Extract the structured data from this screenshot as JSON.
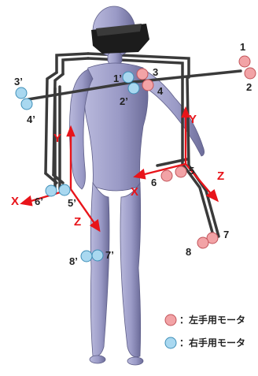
{
  "colors": {
    "left_motor": "#f2a3a6",
    "right_motor": "#a9d8f0",
    "axis_red": "#e8141a",
    "body": "#8f8fbd",
    "frame": "#3a3a3a"
  },
  "motor_labels": {
    "m1": "1",
    "m2": "2",
    "m3": "3",
    "m4": "4",
    "m5": "5",
    "m6": "6",
    "m7": "7",
    "m8": "8",
    "r1": "1’",
    "r2": "2’",
    "r3": "3’",
    "r4": "4’",
    "r5": "5’",
    "r6": "6’",
    "r7": "7’",
    "r8": "8’"
  },
  "axes": {
    "left": {
      "x": "X",
      "y": "Y",
      "z": "Z"
    },
    "right": {
      "x": "X",
      "y": "Y",
      "z": "Z"
    }
  },
  "legend": {
    "left_text": "：左手用モータ",
    "right_text": "：右手用モータ"
  }
}
